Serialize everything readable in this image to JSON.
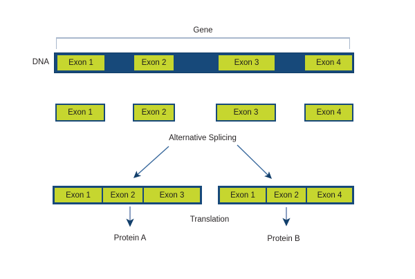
{
  "title": "Gene",
  "dna": {
    "label": "DNA",
    "exons": [
      "Exon 1",
      "Exon 2",
      "Exon 3",
      "Exon 4"
    ]
  },
  "spliced_exons": [
    "Exon 1",
    "Exon 2",
    "Exon 3",
    "Exon 4"
  ],
  "splicing_label": "Alternative Splicing",
  "mrna_a": [
    "Exon 1",
    "Exon 2",
    "Exon 3"
  ],
  "mrna_b": [
    "Exon 1",
    "Exon 2",
    "Exon 4"
  ],
  "translation_label": "Translation",
  "protein_a": "Protein A",
  "protein_b": "Protein B",
  "colors": {
    "exon_fill": "#c6d62f",
    "intron_navy": "#17497a",
    "bracket_gray_blue": "#a9b8cc",
    "diagonal_arrow": "#38689c",
    "vertical_arrow": "#6e87b3",
    "arrowhead": "#123f6b",
    "text": "#231f20",
    "background": "#ffffff"
  }
}
